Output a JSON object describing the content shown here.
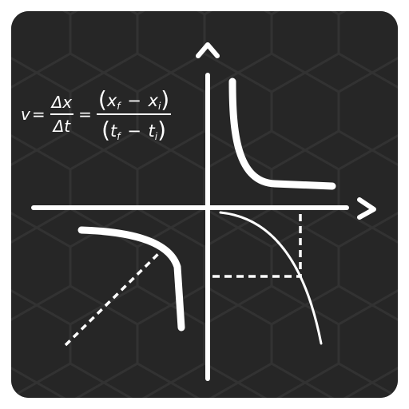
{
  "formula": {
    "lhs": "v",
    "eq1": "=",
    "frac1_num": "Δx",
    "frac1_den": "Δt",
    "eq2": "=",
    "num_open": "(",
    "num_a": "x",
    "num_a_sub": "f",
    "num_minus": "−",
    "num_b": "x",
    "num_b_sub": "i",
    "num_close": ")",
    "den_open": "(",
    "den_a": "t",
    "den_a_sub": "f",
    "den_minus": "−",
    "den_b": "t",
    "den_b_sub": "i",
    "den_close": ")"
  },
  "icons": {
    "up_arrow": "arrow-up-icon",
    "right_arrow": "arrow-right-icon"
  },
  "colors": {
    "board_background": "#262626",
    "hex_pattern": "#333333",
    "stroke": "#ffffff",
    "frame": "#ffffff"
  }
}
